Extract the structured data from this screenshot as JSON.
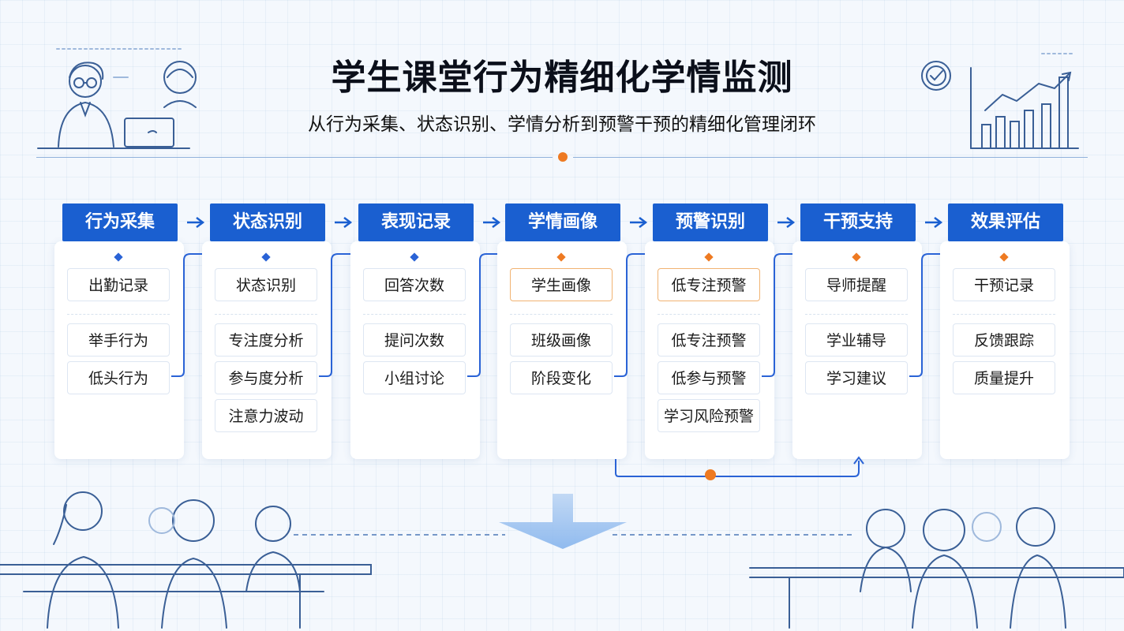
{
  "title": "学生课堂行为精细化学情监测",
  "subtitle": "从行为采集、状态识别、学情分析到预警干预的精细化管理闭环",
  "colors": {
    "accent": "#1a5fd0",
    "orange": "#ee7a22",
    "bg": "#f4f8fd"
  },
  "stages": [
    {
      "name": "行为采集",
      "marker": "blue",
      "items": [
        "出勤记录",
        "举手行为",
        "低头行为"
      ]
    },
    {
      "name": "状态识别",
      "marker": "blue",
      "items": [
        "状态识别",
        "专注度分析",
        "参与度分析",
        "注意力波动"
      ]
    },
    {
      "name": "表现记录",
      "marker": "blue",
      "items": [
        "回答次数",
        "提问次数",
        "小组讨论"
      ]
    },
    {
      "name": "学情画像",
      "marker": "orange",
      "items": [
        "学生画像",
        "班级画像",
        "阶段变化"
      ]
    },
    {
      "name": "预警识别",
      "marker": "orange",
      "items": [
        "低专注预警",
        "低专注预警",
        "低参与预警",
        "学习风险预警"
      ]
    },
    {
      "name": "干预支持",
      "marker": "orange",
      "items": [
        "导师提醒",
        "学业辅导",
        "学习建议"
      ]
    },
    {
      "name": "效果评估",
      "marker": "orange",
      "items": [
        "干预记录",
        "反馈跟踪",
        "质量提升"
      ]
    }
  ]
}
